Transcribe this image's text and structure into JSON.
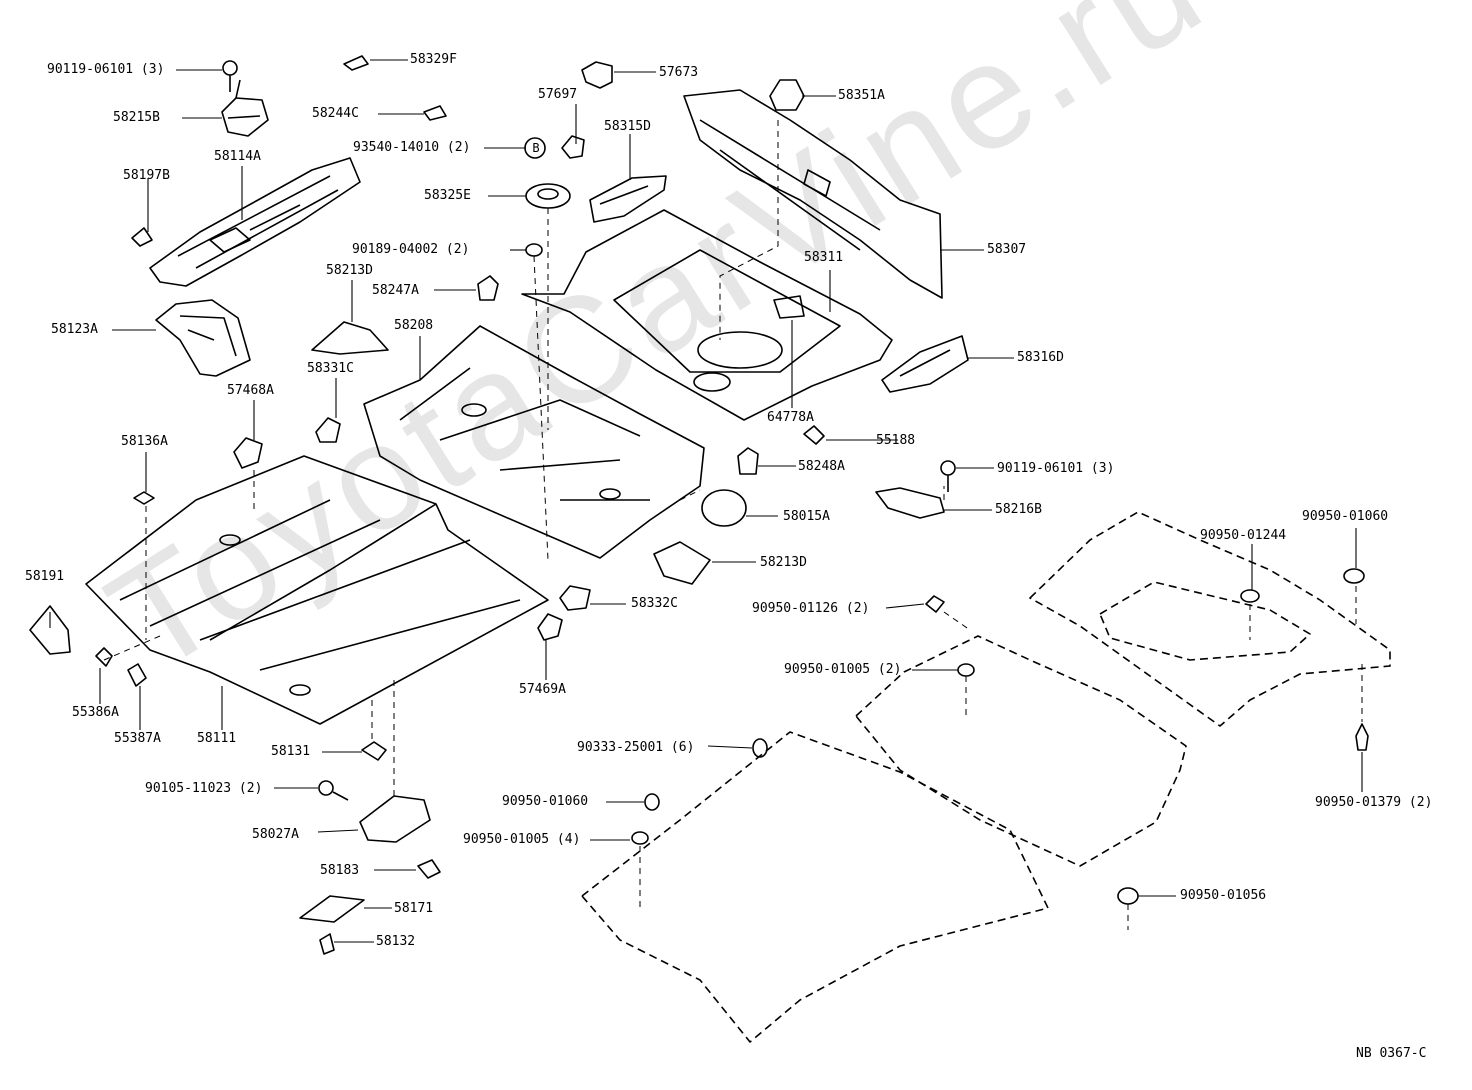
{
  "watermark": "ToyotaCarVine.ru",
  "diagram_ref": "NB 0367-C",
  "labels": {
    "l1": "90119-06101 (3)",
    "l2": "58329F",
    "l3": "57673",
    "l4": "58351A",
    "l5": "58244C",
    "l6": "57697",
    "l7": "58215B",
    "l8": "58315D",
    "l9": "93540-14010 (2)",
    "l10": "58114A",
    "l11": "58197B",
    "l12": "58325E",
    "l13": "58307",
    "l14": "90189-04002 (2)",
    "l15": "58213D",
    "l16": "58311",
    "l17": "58247A",
    "l18": "58123A",
    "l19": "58208",
    "l20": "58316D",
    "l21": "58331C",
    "l22": "57468A",
    "l23": "64778A",
    "l24": "55188",
    "l25": "58136A",
    "l26": "58248A",
    "l27": "90119-06101 (3)",
    "l28": "58216B",
    "l29": "58015A",
    "l30": "90950-01244",
    "l31": "90950-01060",
    "l32": "58213D",
    "l33": "58191",
    "l34": "58332C",
    "l35": "90950-01126 (2)",
    "l36": "57469A",
    "l37": "90950-01005 (2)",
    "l38": "55386A",
    "l39": "55387A",
    "l40": "58111",
    "l41": "90333-25001 (6)",
    "l42": "58131",
    "l43": "90105-11023 (2)",
    "l44": "90950-01060",
    "l45": "90950-01379 (2)",
    "l46": "58027A",
    "l47": "90950-01005 (4)",
    "l48": "58183",
    "l49": "90950-01056",
    "l50": "58171",
    "l51": "58132"
  },
  "callout_b": "B"
}
